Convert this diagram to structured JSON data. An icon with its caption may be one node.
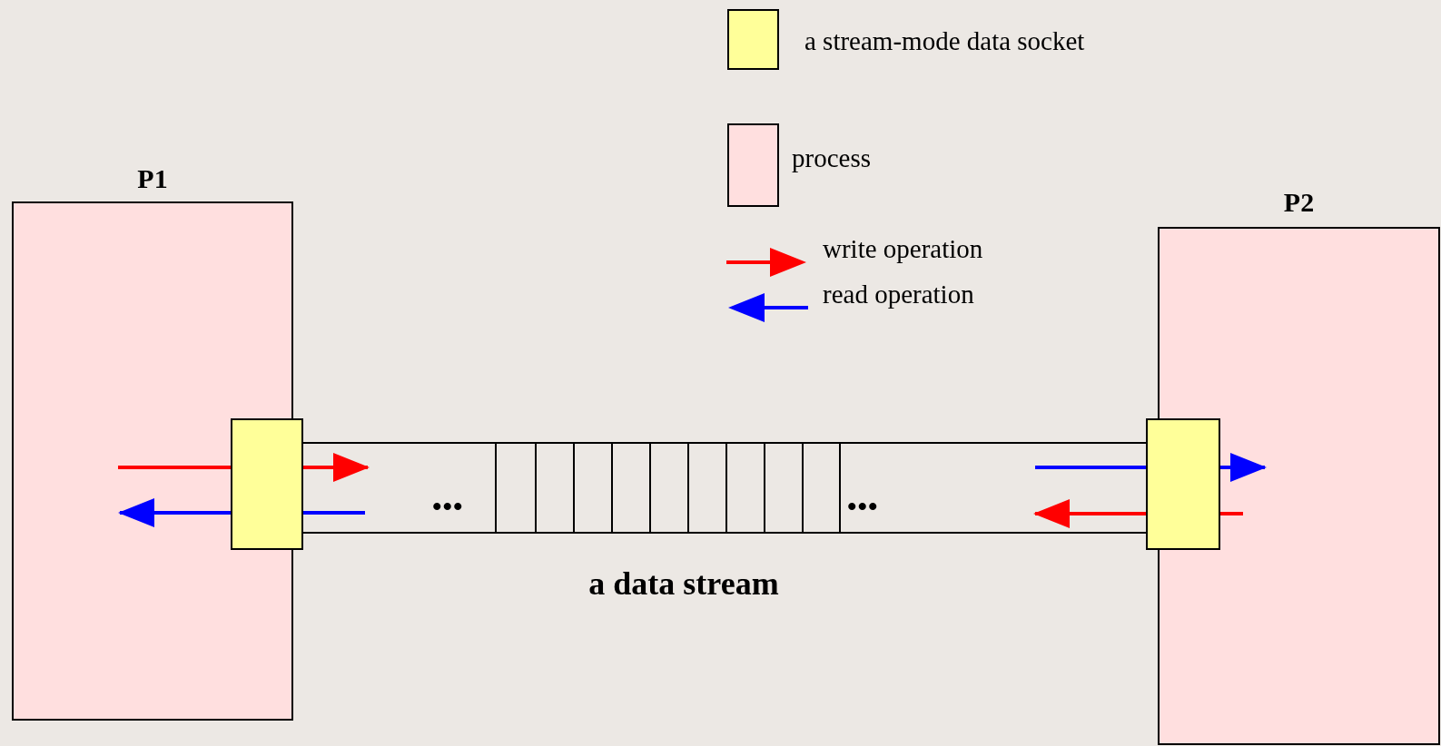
{
  "diagram": {
    "nodes": [
      {
        "text": [
          "P1"
        ]
      },
      {
        "text": [],
        "shape": "box"
      },
      {
        "text": [
          "a data stream"
        ]
      },
      {
        "text": [],
        "shape": "box"
      },
      {
        "text": [
          "P2"
        ]
      }
    ],
    "edges": [
      {
        "from": 0,
        "to": 1,
        "arrow": "none",
        "color": "#ff0000"
      },
      {
        "from": 1,
        "to": 2,
        "arrow": "to",
        "color": "#ff0000"
      },
      {
        "from": 2,
        "to": 1,
        "arrow": "none",
        "color": "#0000ff"
      },
      {
        "from": 1,
        "to": 0,
        "arrow": "to",
        "color": "#0000ff"
      },
      {
        "from": 2,
        "to": 3,
        "arrow": "none",
        "color": "#0000ff"
      },
      {
        "from": 3,
        "to": 4,
        "arrow": "to",
        "color": "#0000ff"
      },
      {
        "from": 4,
        "to": 3,
        "arrow": "none",
        "color": "#ff0000"
      },
      {
        "from": 3,
        "to": 2,
        "arrow": "to",
        "color": "#ff0000"
      }
    ],
    "labels": [
      "•••",
      "•••"
    ],
    "legend": [
      {
        "text": "a stream-mode data socket",
        "color": "#ffff99"
      },
      {
        "text": "process",
        "color": "#ffdfdf"
      },
      {
        "text": "write operation"
      },
      {
        "text": "read operation"
      }
    ]
  }
}
